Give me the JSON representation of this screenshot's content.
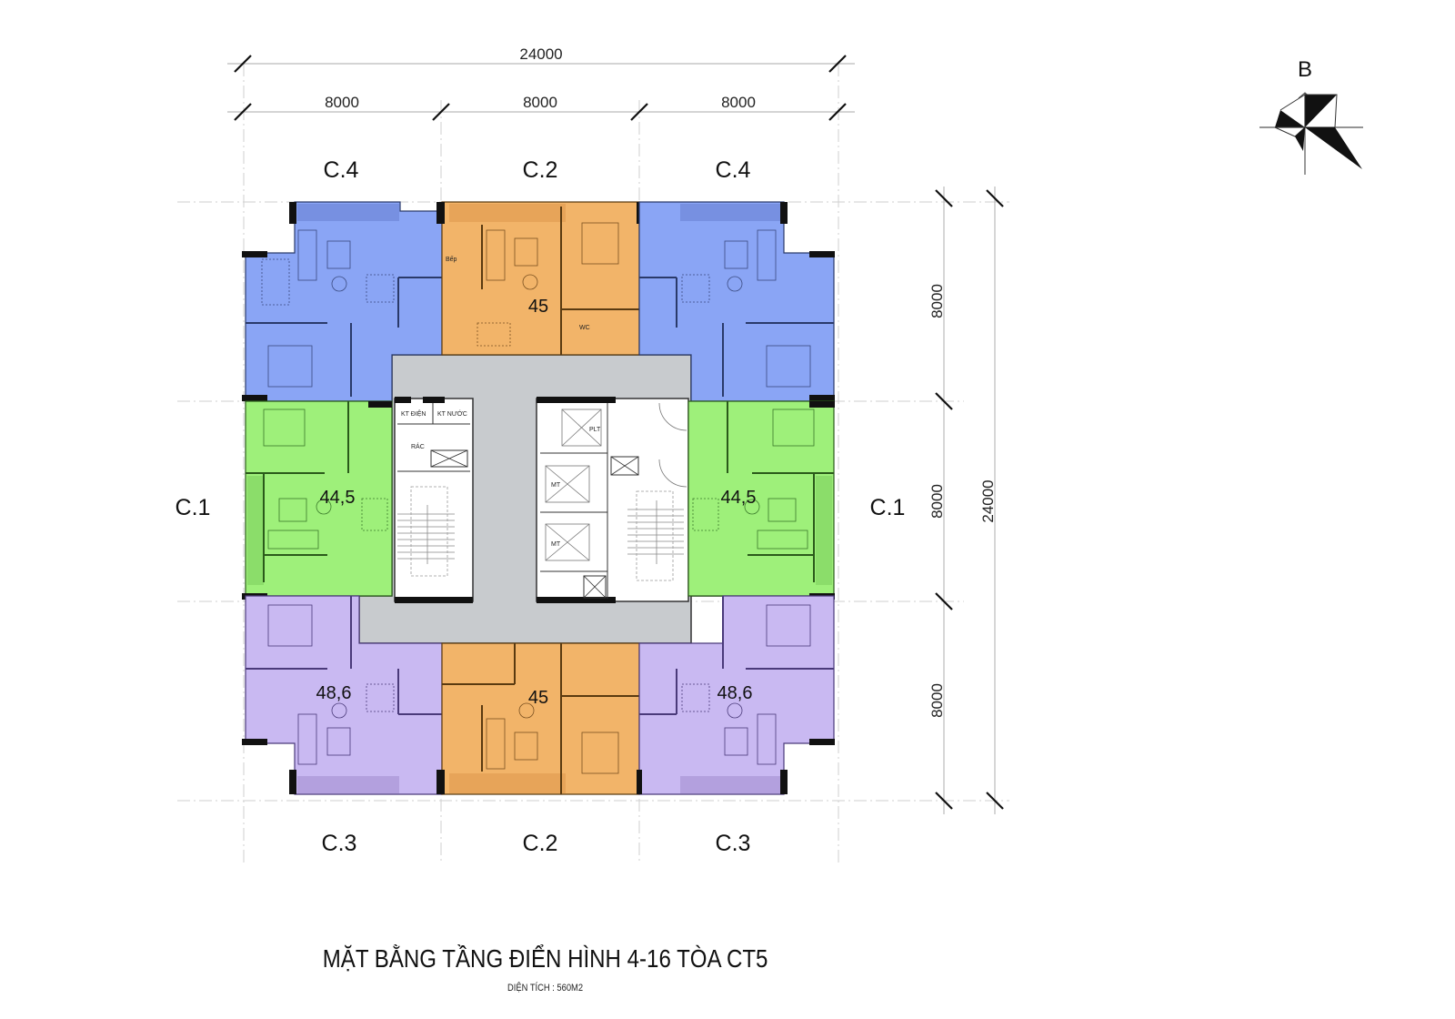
{
  "drawing": {
    "title": "MẶT BẰNG TẦNG ĐIỂN HÌNH 4-16 TÒA CT5",
    "subtitle": "DIỆN TÍCH : 560M2",
    "compass": {
      "north_label": "B"
    }
  },
  "dimensions": {
    "top_total": "24000",
    "top_segments": [
      "8000",
      "8000",
      "8000"
    ],
    "right_total": "24000",
    "right_segments": [
      "8000",
      "8000",
      "8000"
    ]
  },
  "unit_types": {
    "top": [
      "C.4",
      "C.2",
      "C.4"
    ],
    "bottom": [
      "C.3",
      "C.2",
      "C.3"
    ],
    "left": "C.1",
    "right": "C.1"
  },
  "apartments": [
    {
      "id": "top-left",
      "type": "C.4",
      "area": "",
      "color": "#8aa5f5"
    },
    {
      "id": "top-center",
      "type": "C.2",
      "area": "45",
      "color": "#f2b469"
    },
    {
      "id": "top-right",
      "type": "C.4",
      "area": "",
      "color": "#8aa5f5"
    },
    {
      "id": "mid-left",
      "type": "C.1",
      "area": "44,5",
      "color": "#9ef07a"
    },
    {
      "id": "mid-right",
      "type": "C.1",
      "area": "44,5",
      "color": "#9ef07a"
    },
    {
      "id": "bottom-left",
      "type": "C.3",
      "area": "48,6",
      "color": "#c9b9f2"
    },
    {
      "id": "bottom-center",
      "type": "C.2",
      "area": "45",
      "color": "#f2b469"
    },
    {
      "id": "bottom-right",
      "type": "C.3",
      "area": "48,6",
      "color": "#c9b9f2"
    }
  ],
  "core": {
    "corridor_color": "#c8cbce",
    "rooms": {
      "kt_dien": "KT ĐIỆN",
      "kt_nuoc": "KT NƯỚC",
      "rac": "RÁC",
      "elevator_1": "MT",
      "elevator_2": "MT",
      "elevator_3": "PLT",
      "wc": "WC",
      "bep": "Bếp"
    }
  }
}
